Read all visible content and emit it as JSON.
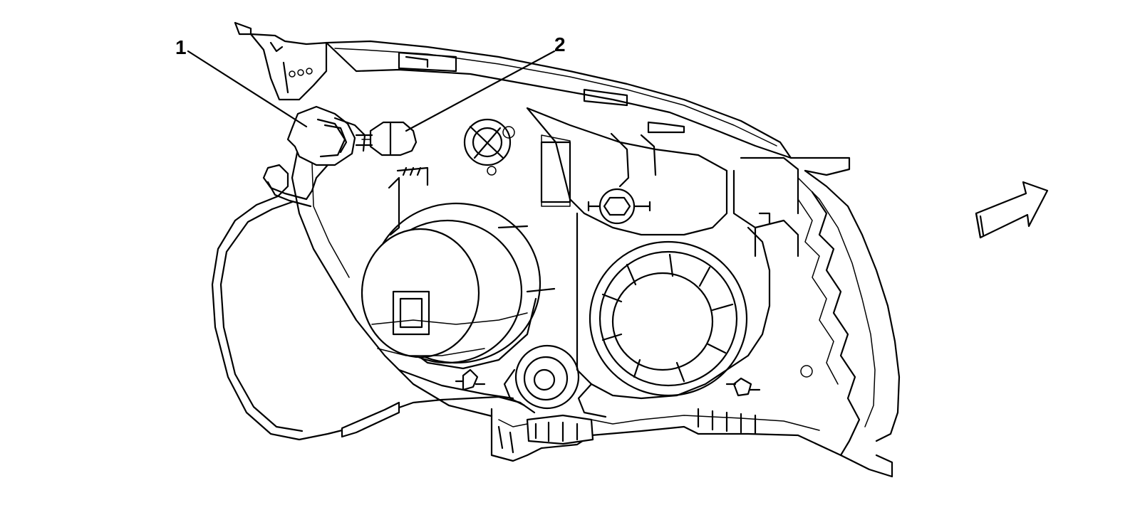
{
  "diagram": {
    "callouts": [
      {
        "id": "1",
        "label": "1"
      },
      {
        "id": "2",
        "label": "2"
      }
    ],
    "line_color": "#000000",
    "background_color": "#ffffff",
    "icons": [
      "orientation-arrow-icon"
    ]
  }
}
